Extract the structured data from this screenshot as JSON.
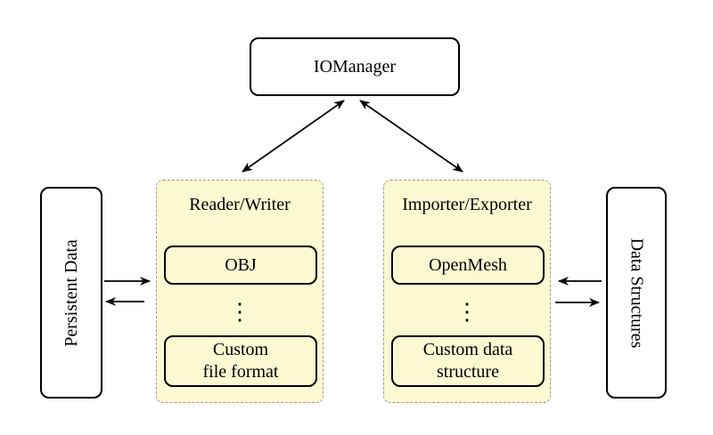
{
  "diagram": {
    "iomanager": {
      "label": "IOManager"
    },
    "persistent_data": {
      "label": "Persistent Data"
    },
    "data_structures": {
      "label": "Data Structures"
    },
    "panels": [
      {
        "title": "Reader/Writer",
        "items": [
          "OBJ",
          "Custom\nfile format"
        ],
        "ellipsis": "⋮"
      },
      {
        "title": "Importer/Exporter",
        "items": [
          "OpenMesh",
          "Custom data\nstructure"
        ],
        "ellipsis": "⋮"
      }
    ],
    "colors": {
      "panel_fill": "#FBF9D1",
      "panel_dash_border": "#999999",
      "node_border": "#000000",
      "arrow": "#000000",
      "background": "#FFFFFF"
    }
  }
}
